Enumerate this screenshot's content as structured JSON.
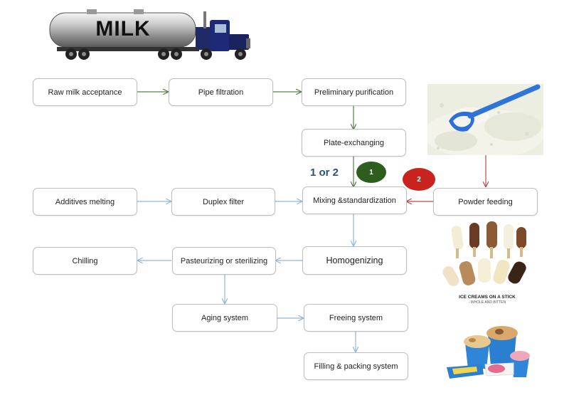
{
  "truck": {
    "label": "MILK"
  },
  "steps": {
    "raw_milk": "Raw milk acceptance",
    "pipe_filtration": "Pipe filtration",
    "preliminary_purification": "Preliminary purification",
    "plate_exchanging": "Plate-exchanging",
    "additives_melting": "Additives melting",
    "duplex_filter": "Duplex filter",
    "mixing": "Mixing &standardization",
    "powder_feeding": "Powder feeding",
    "chilling": "Chilling",
    "pasteurizing": "Pasteurizing or sterilizing",
    "homogenizing": "Homogenizing",
    "aging": "Aging system",
    "freeing": "Freeing system",
    "filling": "Filling & packing system"
  },
  "route": {
    "choice": "1 or 2",
    "badge1": "1",
    "badge2": "2"
  },
  "images": {
    "ice_caption": "ICE CREAMS ON A STICK",
    "ice_subcaption": "- WHOLE AND BITTEN"
  },
  "colors": {
    "green_arrow": "#5a7a4a",
    "blue_arrow": "#8fb6d8",
    "red_arrow": "#b94a48",
    "badge1": "#2e5e1e",
    "badge2": "#c8231e"
  }
}
